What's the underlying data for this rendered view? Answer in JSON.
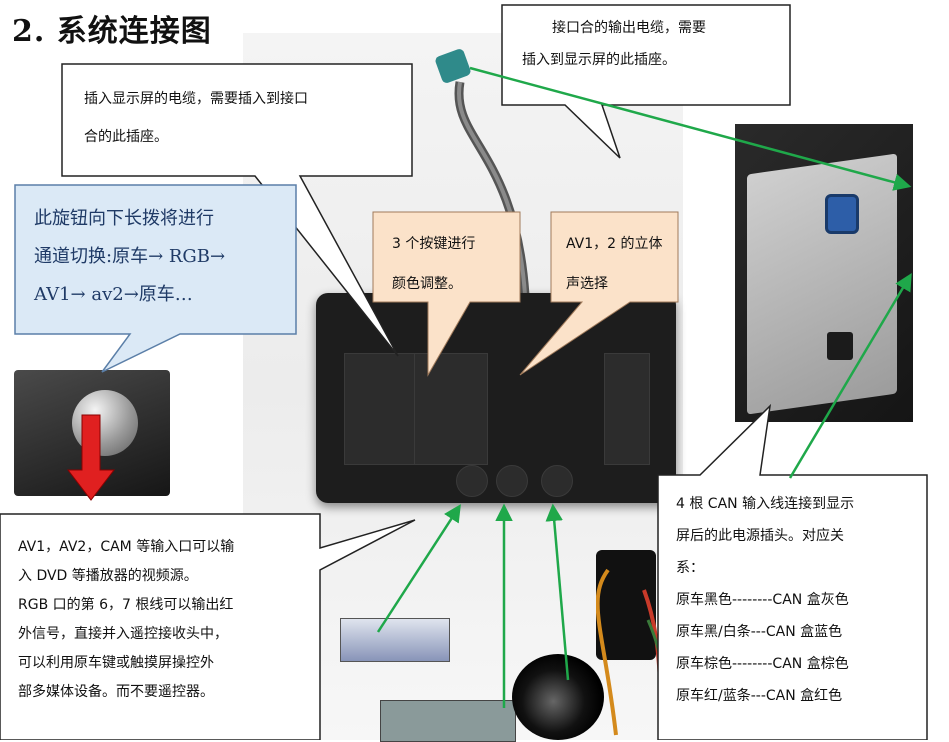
{
  "title": "2. 系统连接图",
  "callouts": {
    "top_right": [
      "接口合的输出电缆，需要",
      "插入到显示屏的此插座。"
    ],
    "top_left": [
      "插入显示屏的电缆，需要插入到接口",
      "合的此插座。"
    ],
    "knob": [
      "此旋钮向下长拨将进行",
      "通道切换:原车→ RGB→",
      "AV1→ av2→原车…"
    ],
    "buttons": [
      "3 个按键进行",
      "颜色调整。"
    ],
    "av": [
      "AV1，2 的立体",
      "声选择"
    ],
    "inputs": [
      "AV1，AV2，CAM 等输入口可以输",
      "入 DVD 等播放器的视频源。",
      "RGB 口的第 6，7 根线可以输出红",
      "外信号，直接并入遥控接收头中，",
      "可以利用原车键或触摸屏操控外",
      "部多媒体设备。而不要遥控器。"
    ],
    "can": [
      "4 根 CAN 输入线连接到显示",
      "屏后的此电源插头。对应关",
      "系：",
      "原车黑色--------CAN 盒灰色",
      "原车黑/白条---CAN 盒蓝色",
      "原车棕色--------CAN 盒棕色",
      "原车红/蓝条---CAN 盒红色"
    ]
  },
  "colors": {
    "arrow_green": "#1fa84a",
    "knob_fill": "#dbe9f6",
    "knob_stroke": "#5b7fa8",
    "peach_fill": "#fbe2c9",
    "red_arrow": "#e02020"
  }
}
